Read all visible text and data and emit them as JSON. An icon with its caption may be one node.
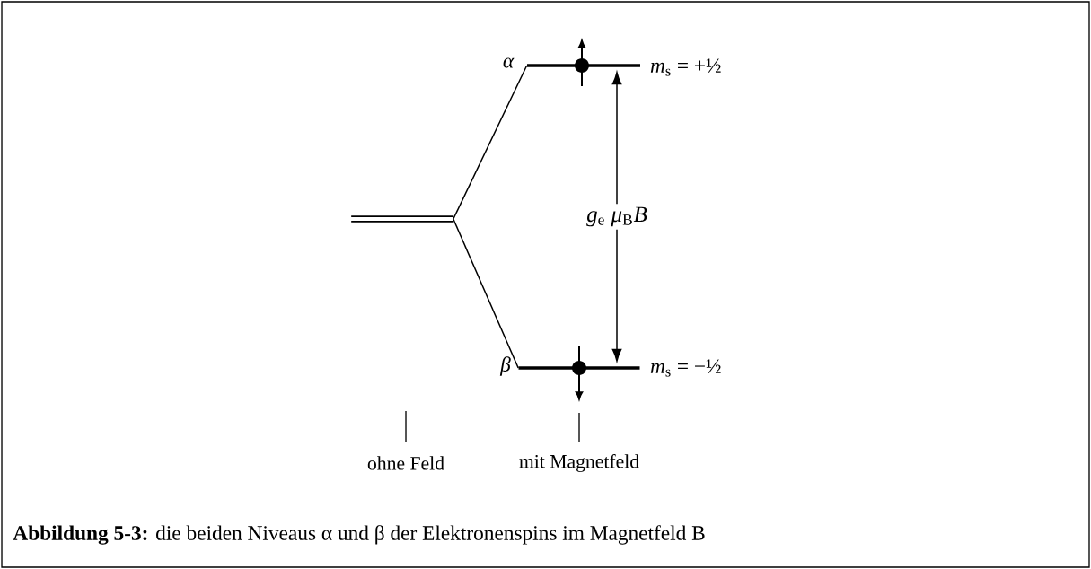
{
  "diagram": {
    "caption": "**Abbildung 5-3:** die beiden Niveaus α und β der Elektronenspins im Magnetfeld B",
    "nodes": [
      {
        "text": [],
        "shape": "bar"
      },
      {
        "text": [],
        "shape": "bar",
        "beside": [
          "α",
          "*m*$_{s}$ = +½"
        ]
      },
      {
        "text": [],
        "shape": "bar",
        "beside": [
          "β",
          "*m*$_{s}$ = −½"
        ]
      }
    ],
    "edges": [
      {
        "from": 0,
        "to": 1,
        "arrow": "none"
      },
      {
        "from": 0,
        "to": 2,
        "arrow": "none"
      },
      {
        "from": 1,
        "to": 2,
        "arrow": "both",
        "label": "*g*$_{e}$ *μ*$_{B}$*B*"
      }
    ],
    "labels": [
      "ohne Feld",
      "mit Magnetfeld"
    ]
  }
}
